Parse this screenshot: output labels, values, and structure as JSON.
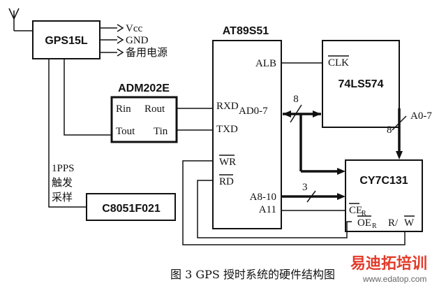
{
  "components": {
    "gps": "GPS15L",
    "mcu": "AT89S51",
    "adm": "ADM202E",
    "latch": "74LS574",
    "ram": "CY7C131",
    "c8051": "C8051F021"
  },
  "gps_pins": [
    "Vcc",
    "GND",
    "备用电源"
  ],
  "adm_pins": {
    "rin": "Rin",
    "rout": "Rout",
    "tout": "Tout",
    "tin": "Tin"
  },
  "mcu_pins": {
    "alb": "ALB",
    "rxd": "RXD",
    "ad": "AD0-7",
    "txd": "TXD",
    "wr": "WR",
    "rd": "RD",
    "a810": "A8-10",
    "a11": "A11"
  },
  "latch_pins": {
    "clk": "CLK"
  },
  "ram_pins": {
    "ce": "CE",
    "ce_sub": "R",
    "oe": "OE",
    "oe_sub": "R",
    "rw": "R/",
    "rw_bar": "W"
  },
  "bus_labels": {
    "ad_width": "8",
    "addr_width": "3",
    "latch_out_width": "8",
    "latch_out_label": "A0-7"
  },
  "pps": {
    "line1": "1PPS",
    "line2": "触发",
    "line3": "采样"
  },
  "caption": "图 3 GPS 授时系统的硬件结构图",
  "watermark": {
    "cn": "易迪拓培训",
    "url": "www.edatop.com"
  }
}
